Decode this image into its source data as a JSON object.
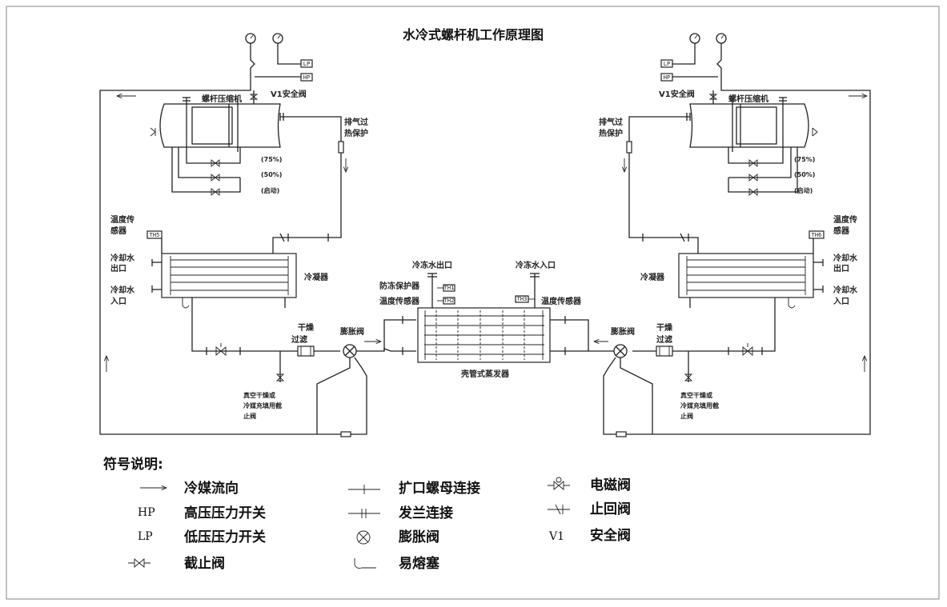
{
  "title": "水冷式螺杆机工作原理图",
  "labels": {
    "compressor": "螺杆压缩机",
    "safety_valve": "V1安全阀",
    "discharge_overheat": [
      "排气过",
      "热保护"
    ],
    "load_75": "(75%)",
    "load_50": "(50%)",
    "load_start": "(启动)",
    "temp_sensor": [
      "温度传",
      "感器"
    ],
    "cooling_water_out": [
      "冷却水",
      "出口"
    ],
    "cooling_water_in": [
      "冷却水",
      "入口"
    ],
    "condenser": "冷凝器",
    "chilled_water_out": "冷冻水出口",
    "chilled_water_in": "冷冻水入口",
    "antifreeze": "防冻保护器",
    "temp_sensor_inline": "温度传感器",
    "drier": [
      "干燥",
      "过滤"
    ],
    "expansion_valve": "膨胀阀",
    "evaporator": "壳管式蒸发器",
    "vacuum_note": [
      "真空干燥或",
      "冷媒充填用截",
      "止阀"
    ],
    "tag_lp": "LP",
    "tag_hp": "HP",
    "tag_th5": "TH5",
    "tag_th6": "TH6",
    "tag_th1": "TH1",
    "tag_th2": "TH2",
    "tag_th3": "TH3"
  },
  "legend": {
    "heading": "符号说明:",
    "items": [
      {
        "symbol": "arrow",
        "text": "冷媒流向"
      },
      {
        "symbol": "HP",
        "text": "高压压力开关"
      },
      {
        "symbol": "LP",
        "text": "低压压力开关"
      },
      {
        "symbol": "stop-valve",
        "text": "截止阀"
      },
      {
        "symbol": "flare",
        "text": "扩口螺母连接"
      },
      {
        "symbol": "flange",
        "text": "发兰连接"
      },
      {
        "symbol": "expansion",
        "text": "膨胀阀"
      },
      {
        "symbol": "fusible",
        "text": "易熔塞"
      },
      {
        "symbol": "solenoid",
        "text": "电磁阀"
      },
      {
        "symbol": "check",
        "text": "止回阀"
      },
      {
        "symbol": "V1",
        "text": "安全阀"
      }
    ]
  }
}
